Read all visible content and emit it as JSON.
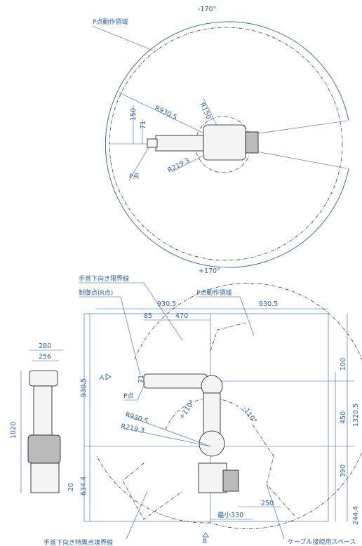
{
  "top_view": {
    "p_area_label": "P点動作領域",
    "angle_top": "-170°",
    "angle_bottom": "+170°",
    "radius_outer": "R930.5",
    "radius_150": "R150",
    "radius_inner": "R219.3",
    "dim_150": "150",
    "dim_71": "71",
    "p_point": "P点"
  },
  "side_view": {
    "wrist_down_limit": "手首下向き限界線",
    "control_point": "制御点(R点)",
    "p_area_label": "P点動作領域",
    "dim_left_930": "930.5",
    "dim_right_930": "930.5",
    "dim_85": "85",
    "dim_470": "470",
    "dim_100": "100",
    "dim_450": "450",
    "dim_1320": "1320.5",
    "dim_390": "390",
    "dim_244": "244.4",
    "dim_250": "250",
    "dim_min330": "最小330",
    "dim_vert_930": "930.5",
    "dim_634": "634.4",
    "dim_71": "71",
    "view_a": "A",
    "view_b": "B",
    "p_point": "P点",
    "radius_outer": "R930.5",
    "radius_inner": "R219.3",
    "angle_left": "+110°",
    "angle_right": "-110°",
    "singular_boundary": "手首下向き特異点境界線",
    "cable_space": "ケーブル接続用スペース"
  },
  "front_view": {
    "dim_280": "280",
    "dim_256": "256",
    "dim_1020": "1020",
    "dim_20": "20"
  }
}
